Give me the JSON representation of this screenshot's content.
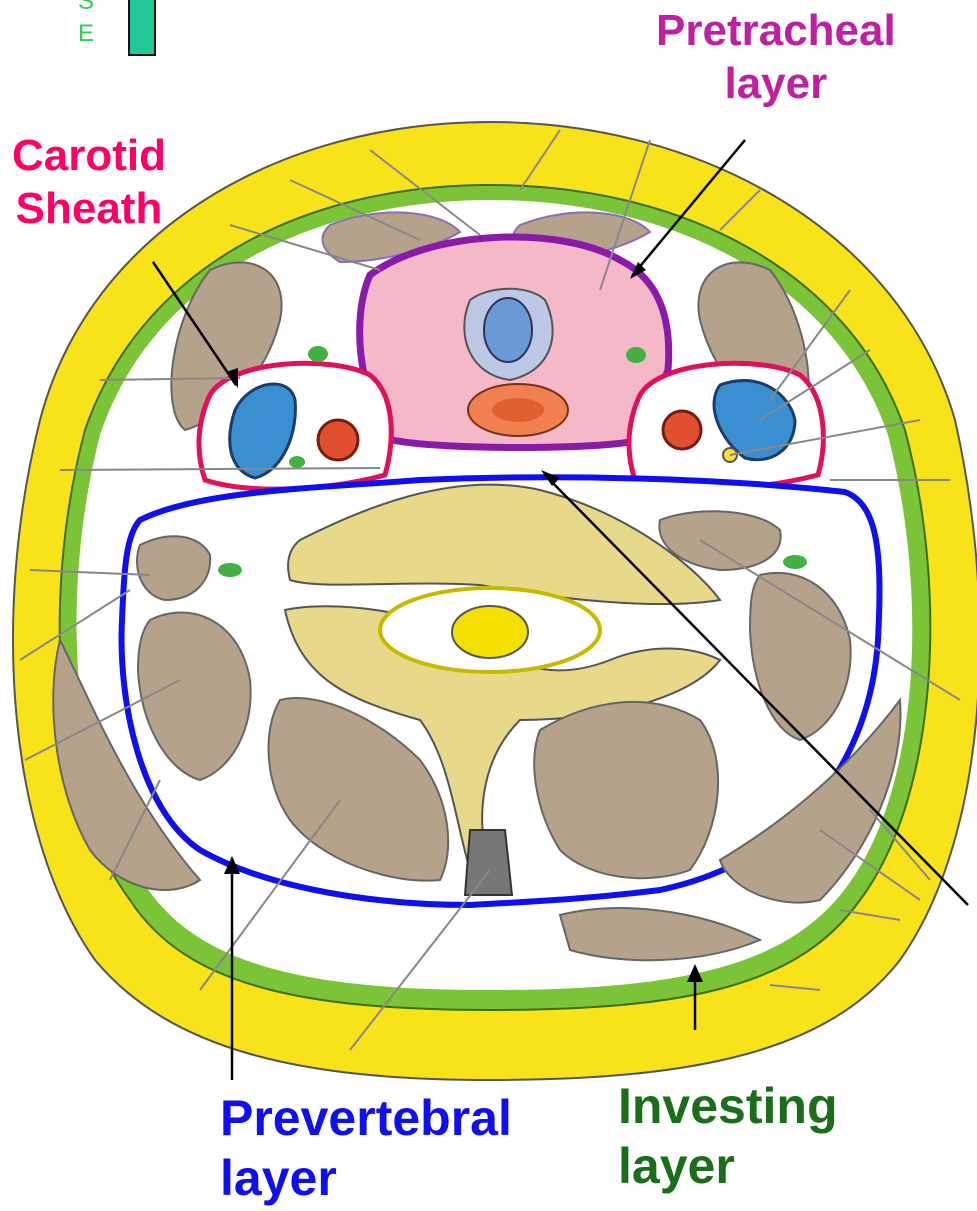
{
  "corner": {
    "letters": [
      "S",
      "E"
    ]
  },
  "labels": {
    "pretracheal": {
      "line1": "Pretracheal",
      "line2": "layer"
    },
    "carotid": {
      "line1": "Carotid",
      "line2": "Sheath"
    },
    "prevertebral": {
      "line1": "Prevertebral",
      "line2": "layer"
    },
    "investing": {
      "line1": "Investing",
      "line2": "layer"
    }
  },
  "colors": {
    "pretracheal": "#c020a0",
    "carotid": "#ff0066",
    "prevertebral": "#1010ee",
    "investing": "#1a6e1a",
    "skin_fat": "#f8e31a",
    "investing_fascia": "#7cc437",
    "muscle": "#b5a28a",
    "thyroid": "#f5b8c8",
    "bone": "#e8d98a",
    "vein": "#3a8fd0",
    "artery": "#e05030",
    "corner_text": "#33cc55",
    "corner_bar": "#22c79a"
  }
}
